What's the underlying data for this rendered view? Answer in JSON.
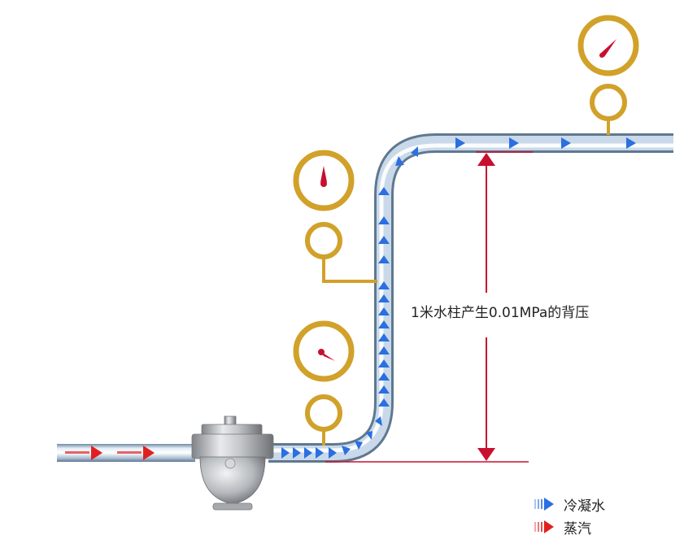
{
  "annotation": {
    "text": "1米水柱产生0.01MPa的背压"
  },
  "legend": {
    "items": [
      {
        "label": "冷凝水",
        "color": "#2b6fe0",
        "icon": "blue-arrow-icon"
      },
      {
        "label": "蒸汽",
        "color": "#e02020",
        "icon": "red-arrow-icon"
      }
    ]
  },
  "colors": {
    "gauge_ring": "#d1a12a",
    "gauge_needle": "#c8102e",
    "dimension_line": "#c8102e",
    "pipe_highlight": "#cfe0f2",
    "condensate": "#2b6fe0",
    "steam": "#e02020",
    "trap_body": "#b9bcc0"
  }
}
